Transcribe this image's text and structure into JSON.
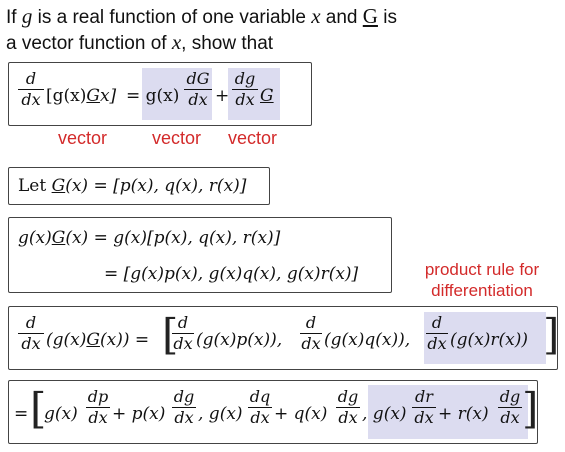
{
  "intro": {
    "line1_a": "If ",
    "var_g": "g",
    "line1_b": " is a real function of one variable ",
    "var_x": "x",
    "line1_c": " and ",
    "var_G": "G",
    "line1_d": " is",
    "line2_a": "a vector function of ",
    "var_x2": "x",
    "line2_b": ", show that"
  },
  "eq1": {
    "d": "d",
    "dx": "dx",
    "bracket": "[g(x)",
    "G": "G",
    "x_close": "x]",
    "eq_gx": "= g(x)",
    "dG": "dG",
    "dx2": "dx",
    "plus": "+",
    "dg": "dg",
    "dx3": "dx",
    "G2": "G"
  },
  "labels": {
    "vec1": "vector",
    "vec2": "vector",
    "vec3": "vector"
  },
  "let_box": {
    "let": "Let ",
    "G": "G",
    "rest": "(x) = [p(x), q(x), r(x)]"
  },
  "box3": {
    "line1_a": "g(x)",
    "line1_G": "G",
    "line1_b": "(x) = g(x)[p(x), q(x), r(x)]",
    "line2": "= [g(x)p(x), g(x)q(x), g(x)r(x)]"
  },
  "note": {
    "line1": "product rule for",
    "line2": "differentiation"
  },
  "box4": {
    "d": "d",
    "dx": "dx",
    "lhs_a": "(g(x)",
    "lhs_G": "G",
    "lhs_b": "(x)) =",
    "t1_d": "d",
    "t1_dx": "dx",
    "t1": "(g(x)p(x)),",
    "t2_d": "d",
    "t2_dx": "dx",
    "t2": "(g(x)q(x)),",
    "t3_d": "d",
    "t3_dx": "dx",
    "t3": "(g(x)r(x))"
  },
  "box5": {
    "eq": "=",
    "a1": "g(x)",
    "f1n": "dp",
    "f1d": "dx",
    "a2": "+ p(x)",
    "f2n": "dg",
    "f2d": "dx",
    "a3": ", g(x)",
    "f3n": "dq",
    "f3d": "dx",
    "a4": "+ q(x)",
    "f4n": "dg",
    "f4d": "dx",
    "a5": ", g(x)",
    "f5n": "dr",
    "f5d": "dx",
    "a6": "+ r(x)",
    "f6n": "dg",
    "f6d": "dx"
  }
}
